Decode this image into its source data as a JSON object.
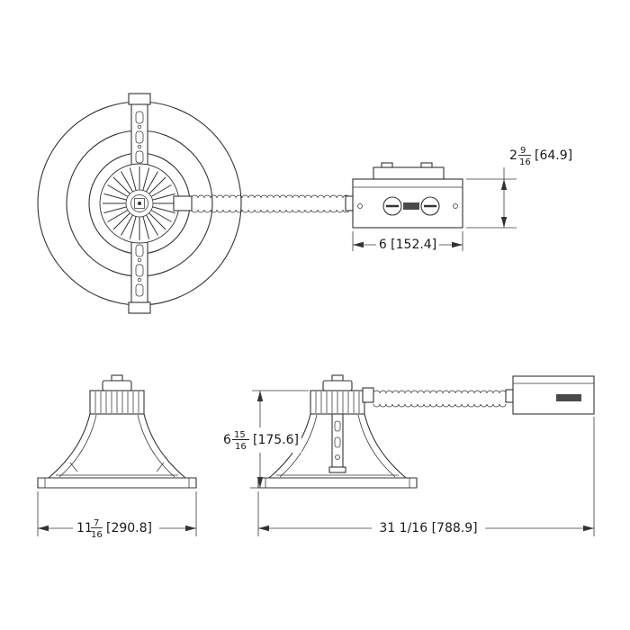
{
  "drawing": {
    "background": "#ffffff",
    "line_color": "#333333",
    "views": {
      "top": "top view of recessed downlight with flex conduit and junction box",
      "front": "front elevation of downlight trim",
      "side": "side elevation with flex conduit and junction box"
    }
  },
  "dimensions": {
    "junction_box_height": {
      "whole": "2",
      "numerator": "9",
      "denominator": "16",
      "metric": "[64.9]"
    },
    "junction_box_width": {
      "label": "6 [152.4]"
    },
    "trim_width": {
      "whole": "11",
      "numerator": "7",
      "denominator": "16",
      "metric": "[290.8]"
    },
    "fixture_height": {
      "whole": "6",
      "numerator": "15",
      "denominator": "16",
      "metric": "[175.6]"
    },
    "overall_length": {
      "label": "31 1/16 [788.9]"
    }
  }
}
